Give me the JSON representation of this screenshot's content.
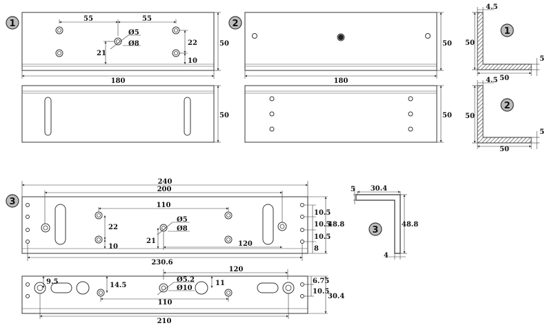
{
  "badges": {
    "one": "1",
    "two": "2",
    "three": "3"
  },
  "plate1_top": {
    "dims": {
      "left_span": "55",
      "right_span": "55",
      "hole_small": "Ø5",
      "hole_large": "Ø8",
      "vertical_left": "21",
      "vertical_right": "22",
      "edge_offset": "10",
      "height": "50",
      "length": "180"
    }
  },
  "plate2_top": {
    "dims": {
      "height": "50",
      "length": "180"
    }
  },
  "plate1_bottom": {
    "dims": {
      "height": "50"
    }
  },
  "plate2_bottom": {
    "dims": {
      "height": "50"
    }
  },
  "section1": {
    "dims": {
      "thickness": "4.5",
      "height": "50",
      "width": "50",
      "flange": "5"
    }
  },
  "section2": {
    "dims": {
      "thickness": "4.5",
      "height": "50",
      "width": "50",
      "flange": "5"
    }
  },
  "plate3_top": {
    "dims": {
      "overall": "240",
      "slot_span": "200",
      "inner_span": "110",
      "vertical_left": "22",
      "edge_offset": "10",
      "hole_small": "Ø5",
      "hole_large": "Ø8",
      "vertical_mid": "21",
      "right_span": "120",
      "bottom_span": "230.6",
      "r1": "10.5",
      "r2": "10.5",
      "r3": "10.5",
      "r4": "8",
      "height": "48.8"
    }
  },
  "section3": {
    "dims": {
      "width": "30.4",
      "flange": "5",
      "height": "48.8",
      "thickness": "4"
    }
  },
  "plate3_bottom": {
    "dims": {
      "top_span": "120",
      "left_offset": "9.5",
      "v_left": "14.5",
      "hole_small": "Ø5.2",
      "hole_large": "Ø10",
      "v_mid": "11",
      "inner_span": "110",
      "overall": "210",
      "r1": "6.75",
      "r2": "10.5",
      "height": "30.4"
    }
  }
}
